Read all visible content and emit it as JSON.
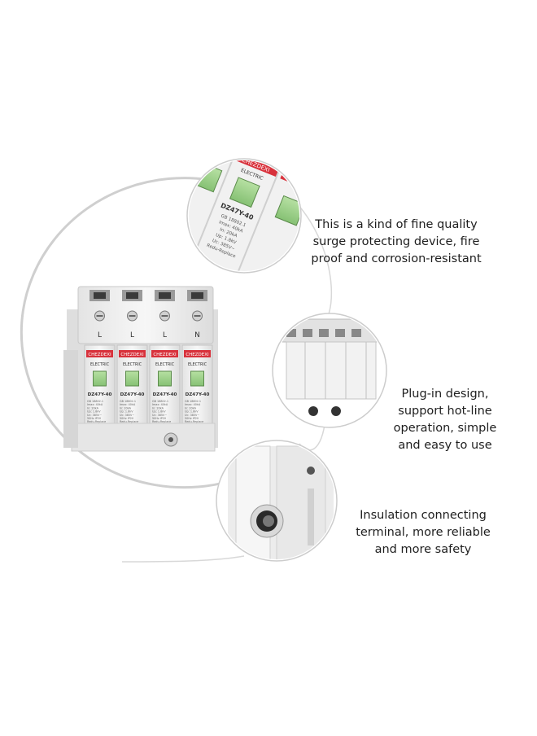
{
  "product": {
    "brand": "CHEZDEXI",
    "sub_brand": "ELECTRIC",
    "model": "DZ47Y-40",
    "spec_lines": [
      "GB 18802.1",
      "Imax: 40kA",
      "In: 20kA",
      "Up: 1.8kV",
      "Uc: 385V~",
      "50Hz  IP20",
      "Redu-Replace"
    ],
    "pole_labels": [
      "L",
      "L",
      "L",
      "N"
    ]
  },
  "captions": [
    {
      "text": "This is a kind of fine quality\nsurge protecting device, fire\nproof and corrosion-resistant"
    },
    {
      "text": "Plug-in design,\nsupport hot-line\noperation, simple\nand easy to use"
    },
    {
      "text": "Insulation connecting\nterminal, more reliable\nand more safety"
    }
  ],
  "colors": {
    "brand_red": "#d8323c",
    "indicator_green": "#9bd08a",
    "housing": "#eeeeee",
    "arc_line": "#bdbdbd"
  }
}
